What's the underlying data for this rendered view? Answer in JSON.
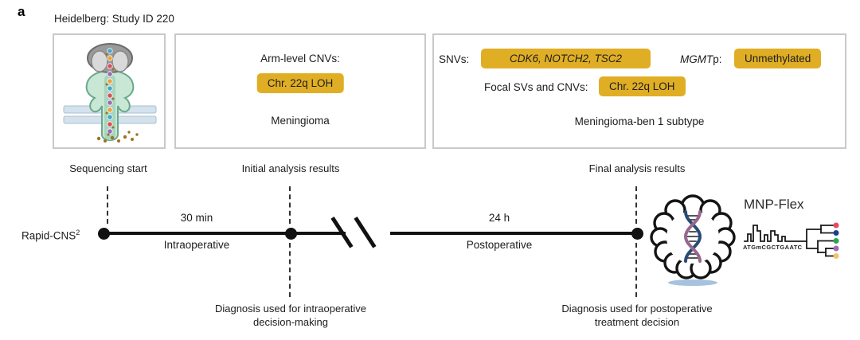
{
  "panel_label": "a",
  "header": {
    "study": "Heidelberg: Study ID 220"
  },
  "palette": {
    "chip_bg": "#E0AE25",
    "box_border": "#C9C9C9",
    "timeline": "#111111",
    "brain_shadow": "#A5C3DE"
  },
  "boxes": {
    "sequencing": {
      "icon": "nanopore-sequencing-icon"
    },
    "initial": {
      "title": "Arm-level CNVs:",
      "chip": "Chr. 22q LOH",
      "diagnosis": "Meningioma"
    },
    "final": {
      "snvs_label": "SNVs:",
      "snvs_chip": "CDK6, NOTCH2, TSC2",
      "mgmt_label_gene": "MGMT",
      "mgmt_label_suffix": "p:",
      "mgmt_chip": "Unmethylated",
      "focal_label": "Focal SVs and CNVs:",
      "focal_chip": "Chr. 22q LOH",
      "diagnosis": "Meningioma-ben 1 subtype"
    }
  },
  "timeline": {
    "track_label_base": "Rapid-CNS",
    "track_label_sup": "2",
    "milestones": [
      {
        "label": "Sequencing start"
      },
      {
        "label": "Initial analysis results"
      },
      {
        "label": "Final analysis results"
      }
    ],
    "segments": [
      {
        "duration": "30 min",
        "phase": "Intraoperative"
      },
      {
        "duration": "24 h",
        "phase": "Postoperative"
      }
    ],
    "captions": [
      {
        "line1": "Diagnosis used for intraoperative",
        "line2": "decision-making"
      },
      {
        "line1": "Diagnosis used for postoperative",
        "line2": "treatment decision"
      }
    ]
  },
  "mnp": {
    "title": "MNP-Flex",
    "icon": "brain-dna-icon",
    "sequence": "ATGmCGCTGAATC",
    "leaf_colors": [
      "#E8495F",
      "#17418F",
      "#2EA44E",
      "#A169B0",
      "#F0C469"
    ]
  }
}
